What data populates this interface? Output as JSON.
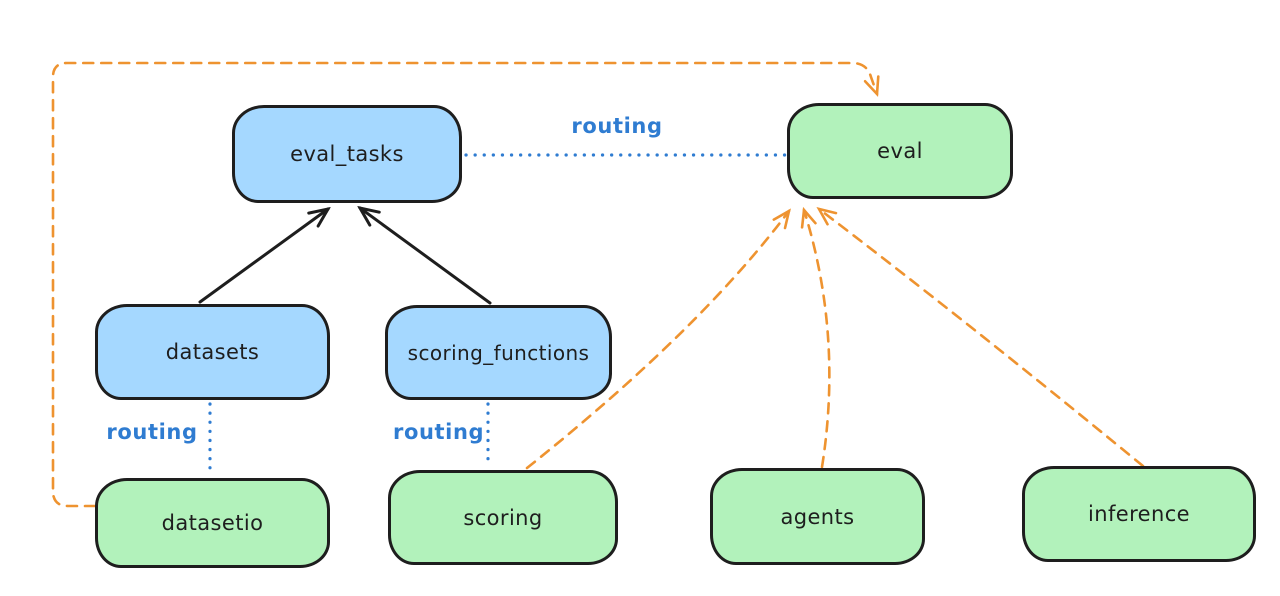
{
  "diagram": {
    "type": "architecture-diagram",
    "background": "#ffffff",
    "nodes": {
      "eval_tasks": {
        "label": "eval_tasks",
        "fill": "#a5d8ff"
      },
      "eval": {
        "label": "eval",
        "fill": "#b2f2bb"
      },
      "datasets": {
        "label": "datasets",
        "fill": "#a5d8ff"
      },
      "scoring_functions": {
        "label": "scoring_functions",
        "fill": "#a5d8ff"
      },
      "datasetio": {
        "label": "datasetio",
        "fill": "#b2f2bb"
      },
      "scoring": {
        "label": "scoring",
        "fill": "#b2f2bb"
      },
      "agents": {
        "label": "agents",
        "fill": "#b2f2bb"
      },
      "inference": {
        "label": "inference",
        "fill": "#b2f2bb"
      }
    },
    "labels": {
      "routing": "routing"
    },
    "edges": [
      {
        "from": "datasets",
        "to": "eval_tasks",
        "style": "solid",
        "color": "#1e1e1e",
        "arrow": true
      },
      {
        "from": "scoring_functions",
        "to": "eval_tasks",
        "style": "solid",
        "color": "#1e1e1e",
        "arrow": true
      },
      {
        "from": "eval_tasks",
        "to": "eval",
        "style": "dotted",
        "color": "#2f7cd1",
        "arrow": false,
        "label": "routing"
      },
      {
        "from": "datasets",
        "to": "datasetio",
        "style": "dotted",
        "color": "#2f7cd1",
        "arrow": false,
        "label": "routing"
      },
      {
        "from": "scoring_functions",
        "to": "scoring",
        "style": "dotted",
        "color": "#2f7cd1",
        "arrow": false,
        "label": "routing"
      },
      {
        "from": "datasetio",
        "to": "eval",
        "style": "dashed",
        "color": "#ee9330",
        "arrow": true,
        "route": "around-left-and-top"
      },
      {
        "from": "scoring",
        "to": "eval",
        "style": "dashed",
        "color": "#ee9330",
        "arrow": true
      },
      {
        "from": "agents",
        "to": "eval",
        "style": "dashed",
        "color": "#ee9330",
        "arrow": true
      },
      {
        "from": "inference",
        "to": "eval",
        "style": "dashed",
        "color": "#ee9330",
        "arrow": true
      }
    ],
    "colors": {
      "node_stroke": "#1e1e1e",
      "blue_fill": "#a5d8ff",
      "green_fill": "#b2f2bb",
      "routing_blue": "#2f7cd1",
      "provider_orange": "#ee9330",
      "solid_black": "#1e1e1e"
    }
  }
}
